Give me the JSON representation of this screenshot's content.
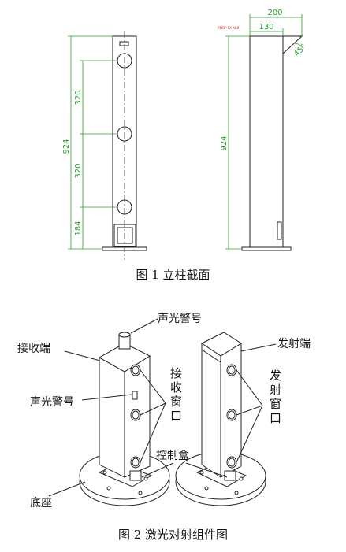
{
  "fig1": {
    "caption": "图 1 立柱截面",
    "front_view": {
      "total_height": "924",
      "spacing_top": "320",
      "spacing_mid": "320",
      "bottom": "184"
    },
    "side_view": {
      "overall_width": "200",
      "top_width": "130",
      "total_height": "924",
      "angle": "45°",
      "red_note": "RMBP-XX-XXX"
    }
  },
  "fig2": {
    "caption": "图 2 激光对射组件图",
    "labels": {
      "alarm_top": "声光警号",
      "receiver_end": "接收端",
      "receive_window": "接收窗口",
      "alarm_side": "声光警号",
      "control_box": "控制盒",
      "base": "底座",
      "transmit_end": "发射端",
      "transmit_window": "发射窗口"
    }
  },
  "colors": {
    "dimension": "#2e9b2e",
    "line": "#222222",
    "accent": "#d62020"
  }
}
